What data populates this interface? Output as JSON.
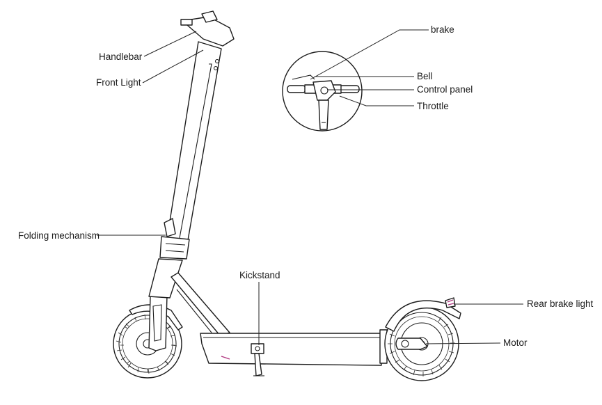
{
  "labels": {
    "handlebar": "Handlebar",
    "front_light": "Front Light",
    "folding_mechanism": "Folding mechanism",
    "kickstand": "Kickstand",
    "brake": "brake",
    "bell": "Bell",
    "control_panel": "Control panel",
    "throttle": "Throttle",
    "rear_brake_light": "Rear brake light",
    "motor": "Motor"
  },
  "icons": {
    "scooter": "electric-scooter-line-drawing",
    "handlebar_detail": "handlebar-closeup-circle"
  }
}
